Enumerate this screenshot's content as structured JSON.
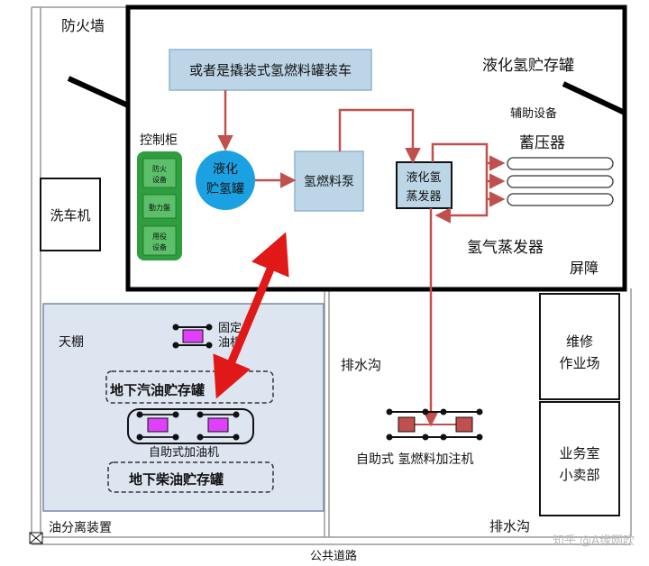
{
  "labels": {
    "firewall": "防火墙",
    "tanker_box": "或者是撬装式氢燃料罐装车",
    "lh2_tank_title": "液化氢贮存罐",
    "aux_equipment": "辅助设备",
    "compressor": "蓄压器",
    "control_cabinet": "控制柜",
    "fire_equipment_line1": "防火",
    "fire_equipment_line2": "设备",
    "power_board": "動力盤",
    "service_equipment_line1": "用役",
    "service_equipment_line2": "设备",
    "lh2_storage_line1": "液化",
    "lh2_storage_line2": "贮氢罐",
    "h2_pump": "氢燃料泵",
    "lh2_vaporizer_line1": "液化氢",
    "lh2_vaporizer_line2": "蒸发器",
    "h2_vaporizer": "氢气蒸发器",
    "screen": "屏障",
    "car_wash": "洗车机",
    "canopy": "天棚",
    "fixed_dispenser_line1": "固定",
    "fixed_dispenser_line2": "油机",
    "underground_gasoline": "地下汽油贮存罐",
    "self_service_fuel": "自助式加油机",
    "underground_diesel": "地下柴油贮存罐",
    "drain_ditch_1": "排水沟",
    "drain_ditch_2": "排水沟",
    "self_service_h2": "自助式 氢燃料加注机",
    "repair_line1": "维修",
    "repair_line2": "作业场",
    "office_line1": "业务室",
    "office_line2": "小卖部",
    "oil_separator": "油分离装置",
    "public_road": "公共道路",
    "watermark": "知乎 @A缘网吹"
  },
  "colors": {
    "flow_arrow": "#c0504d",
    "blue_box": "#bcd6e8",
    "blue_box_border": "#8fb3cf",
    "lh2_circle": "#1ba1e2",
    "green_cabinet": "#2e9e3f",
    "green_cell": "#5cc06a",
    "canopy_fill": "#dde5f1",
    "big_arrow": "#e01818",
    "car_fill": "#e040fb"
  }
}
